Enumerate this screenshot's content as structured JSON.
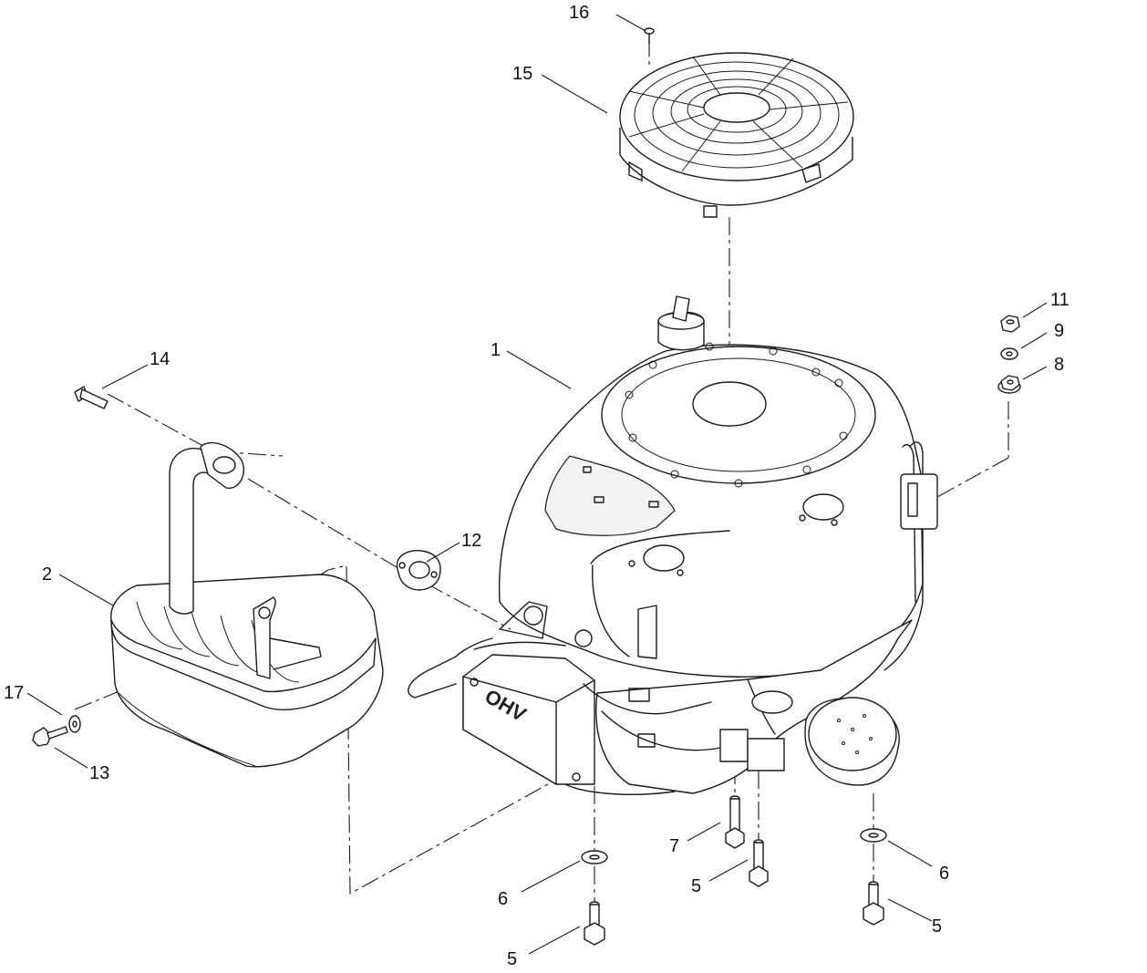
{
  "brand_logo": "OHV",
  "callouts": [
    {
      "id": "c16",
      "label": "16"
    },
    {
      "id": "c15",
      "label": "15"
    },
    {
      "id": "c1",
      "label": "1"
    },
    {
      "id": "c14",
      "label": "14"
    },
    {
      "id": "c12",
      "label": "12"
    },
    {
      "id": "c2",
      "label": "2"
    },
    {
      "id": "c17",
      "label": "17"
    },
    {
      "id": "c13",
      "label": "13"
    },
    {
      "id": "c11",
      "label": "11"
    },
    {
      "id": "c9",
      "label": "9"
    },
    {
      "id": "c8",
      "label": "8"
    },
    {
      "id": "c7",
      "label": "7"
    },
    {
      "id": "c5a",
      "label": "5"
    },
    {
      "id": "c6a",
      "label": "6"
    },
    {
      "id": "c5b",
      "label": "5"
    },
    {
      "id": "c6b",
      "label": "6"
    },
    {
      "id": "c5c",
      "label": "5"
    }
  ]
}
